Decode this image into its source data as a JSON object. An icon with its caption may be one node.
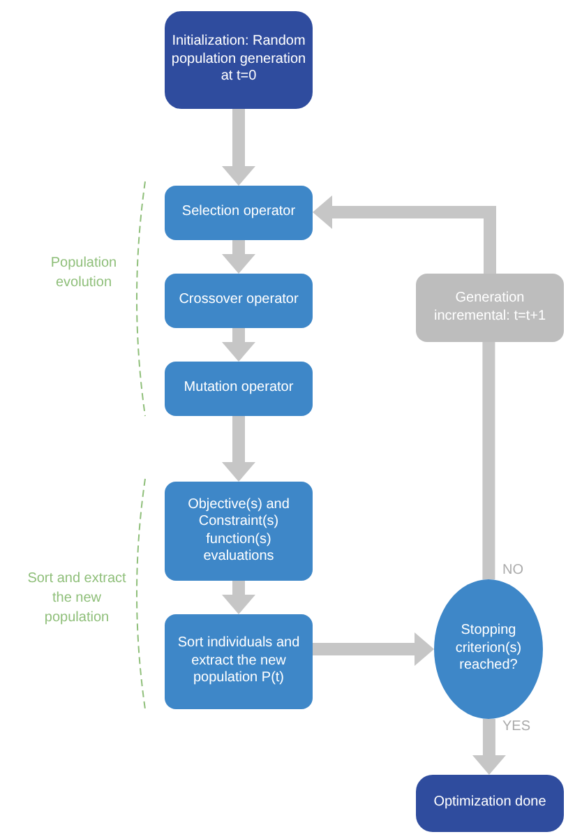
{
  "diagram": {
    "nodes": [
      {
        "text": [
          "Initialization: Random population generation at t=0"
        ]
      },
      {
        "text": [
          "Selection operator"
        ]
      },
      {
        "text": [
          "Crossover operator"
        ]
      },
      {
        "text": [
          "Mutation operator"
        ]
      },
      {
        "text": [
          "Objective(s) and Constraint(s) function(s) evaluations"
        ]
      },
      {
        "text": [
          "Sort individuals and extract the new population P(t)"
        ]
      },
      {
        "text": [
          "Generation incremental: t=t+1"
        ]
      },
      {
        "text": [
          "Stopping criterion(s) reached?"
        ]
      },
      {
        "text": [
          "Optimization done"
        ]
      }
    ],
    "edges": [
      {
        "from": 0,
        "to": 1,
        "arrow": "to"
      },
      {
        "from": 1,
        "to": 2,
        "arrow": "to"
      },
      {
        "from": 2,
        "to": 3,
        "arrow": "to"
      },
      {
        "from": 3,
        "to": 4,
        "arrow": "to"
      },
      {
        "from": 4,
        "to": 5,
        "arrow": "to"
      },
      {
        "from": 5,
        "to": 7,
        "arrow": "to"
      },
      {
        "from": 7,
        "to": 6,
        "arrow": "none",
        "label": "NO"
      },
      {
        "from": 6,
        "to": 1,
        "arrow": "to"
      },
      {
        "from": 7,
        "to": 8,
        "arrow": "to",
        "label": "YES"
      }
    ],
    "labels": [
      "Population evolution",
      "Sort and extract the new population"
    ]
  }
}
